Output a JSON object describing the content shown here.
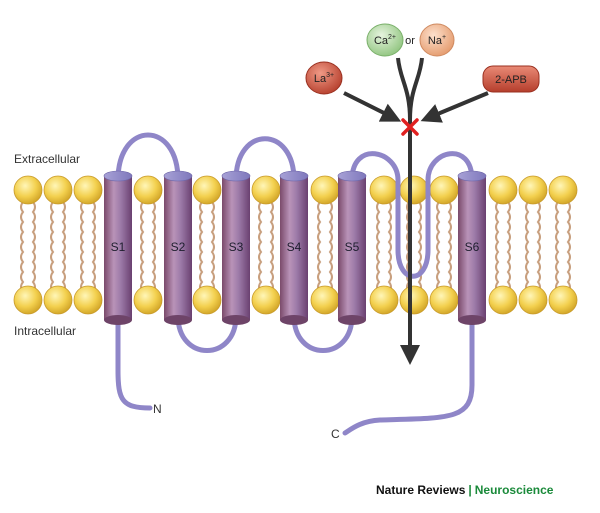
{
  "labels": {
    "extracellular": "Extracellular",
    "intracellular": "Intracellular",
    "n_terminus": "N",
    "c_terminus": "C"
  },
  "helices": [
    "S1",
    "S2",
    "S3",
    "S4",
    "S5",
    "S6"
  ],
  "ions": {
    "ca_base": "Ca",
    "ca_charge": "2+",
    "connector": "or",
    "na_base": "Na",
    "na_charge": "+",
    "la_base": "La",
    "la_charge": "3+",
    "blocker": "2-APB"
  },
  "credit": {
    "journal": "Nature Reviews",
    "separator": "|",
    "section": "Neuroscience"
  },
  "colors": {
    "lipid_head": "#f3d04e",
    "lipid_tail": "#c89f7e",
    "helix_body": "#9a6a8c",
    "loop": "#8f86c8",
    "ca_ion": "#a9d49a",
    "na_ion": "#f2b48c",
    "la_ion": "#c8533f",
    "blocker": "#c8533f",
    "arrow": "#333333",
    "block_x": "#e02020",
    "credit_accent": "#1a8a3a"
  }
}
